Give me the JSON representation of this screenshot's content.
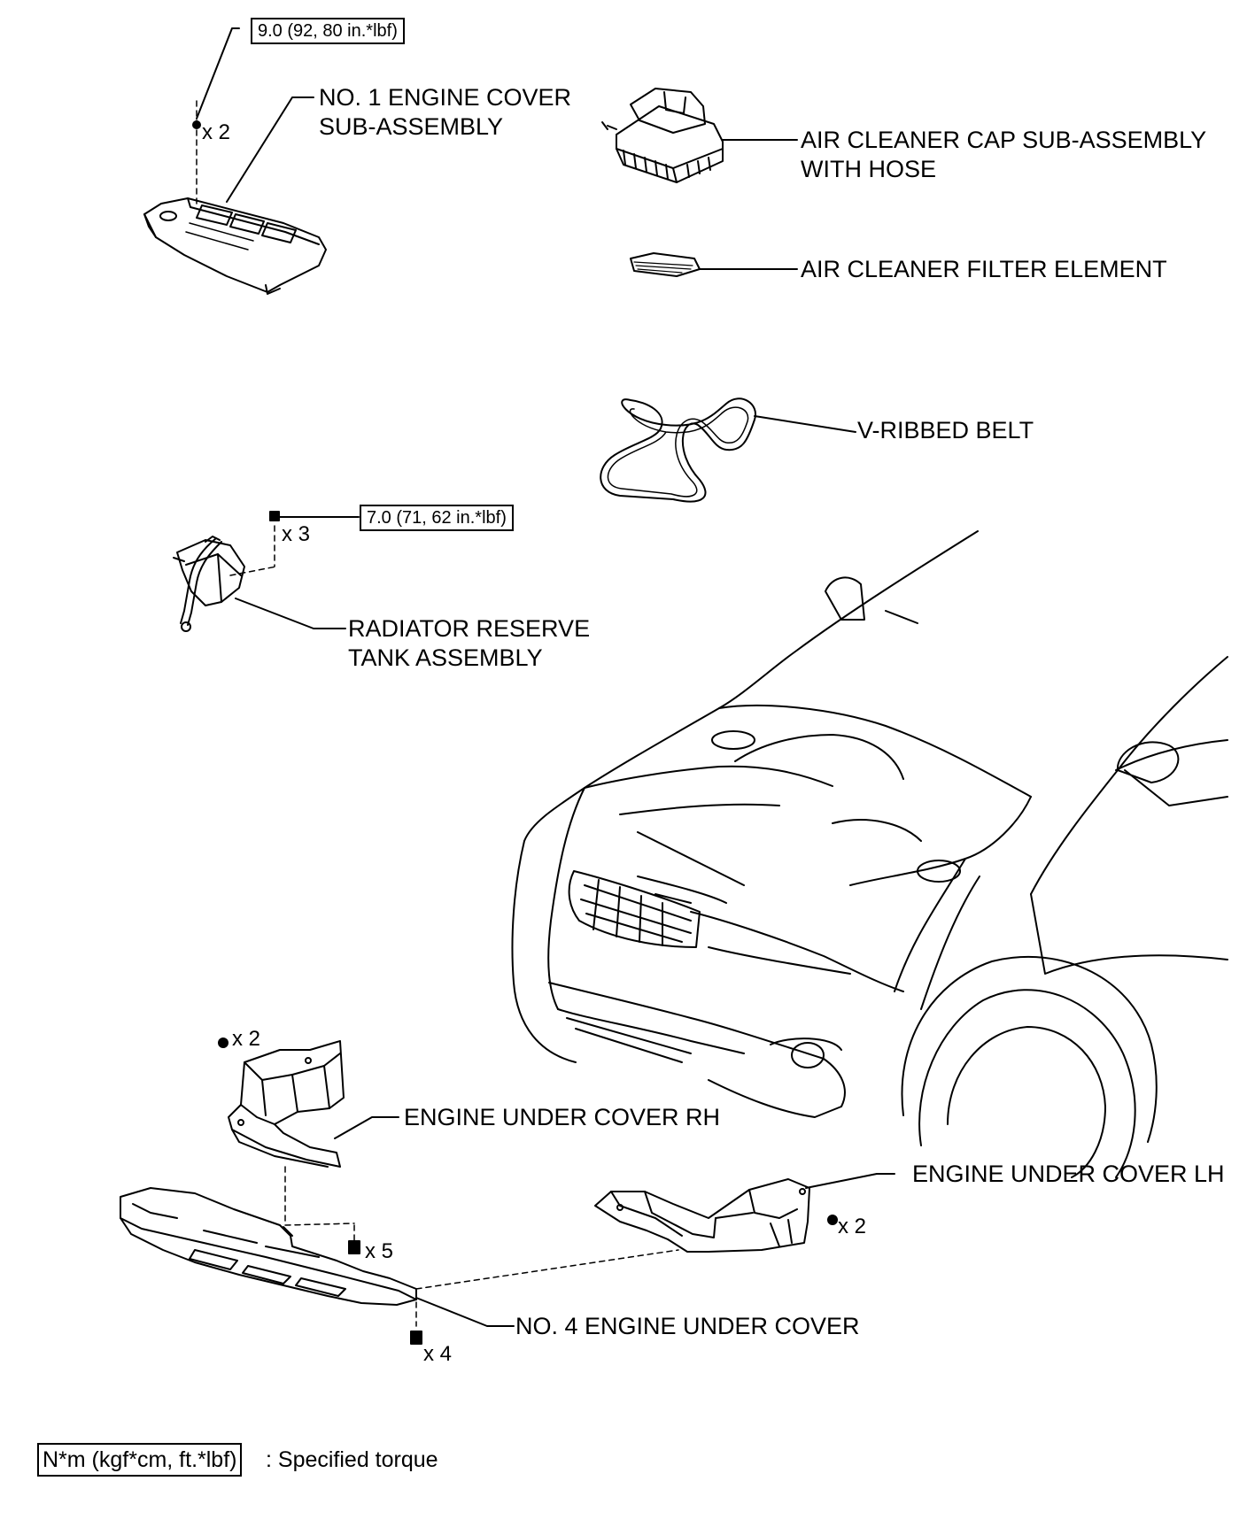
{
  "torque_specs": {
    "engine_cover_bolt": "9.0 (92, 80 in.*lbf)",
    "reserve_tank_bolt": "7.0 (71, 62 in.*lbf)"
  },
  "parts": {
    "engine_cover": [
      "NO. 1 ENGINE COVER",
      "SUB-ASSEMBLY"
    ],
    "air_cleaner_cap": [
      "AIR CLEANER CAP SUB-ASSEMBLY",
      "WITH HOSE"
    ],
    "air_filter": "AIR CLEANER FILTER ELEMENT",
    "belt": "V-RIBBED BELT",
    "reserve_tank": [
      "RADIATOR RESERVE",
      "TANK ASSEMBLY"
    ],
    "under_cover_rh": "ENGINE UNDER COVER RH",
    "under_cover_lh": "ENGINE UNDER COVER LH",
    "under_cover_no4": "NO. 4 ENGINE UNDER COVER"
  },
  "quantities": {
    "engine_cover_bolts": "x 2",
    "reserve_tank_bolts": "x 3",
    "rh_cover_bolts": "x 2",
    "lh_cover_bolts": "x 2",
    "no4_clips": "x 5",
    "no4_bolts": "x 4"
  },
  "legend": {
    "unit": "N*m (kgf*cm, ft.*lbf)",
    "description": ": Specified torque"
  }
}
